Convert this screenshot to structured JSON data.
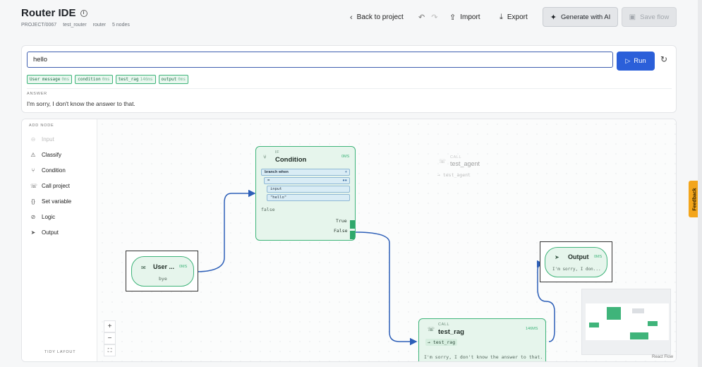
{
  "header": {
    "title": "Router IDE",
    "crumbs": [
      "PROJECT/0067",
      "test_router",
      "router",
      "5 nodes"
    ],
    "back_label": "Back to project",
    "import_label": "Import",
    "export_label": "Export",
    "generate_label": "Generate with AI",
    "save_label": "Save flow"
  },
  "run": {
    "input_value": "hello",
    "run_label": "Run",
    "badges": [
      {
        "name": "User message",
        "ms": "0ms"
      },
      {
        "name": "condition",
        "ms": "0ms"
      },
      {
        "name": "test_rag",
        "ms": "146ms"
      },
      {
        "name": "output",
        "ms": "0ms"
      }
    ],
    "answer_label": "ANSWER",
    "answer_text": "I'm sorry, I don't know the answer to that."
  },
  "sidebar": {
    "heading": "ADD NODE",
    "items": [
      {
        "label": "Input",
        "icon": "input-icon",
        "enabled": false
      },
      {
        "label": "Classify",
        "icon": "classify-icon",
        "enabled": true
      },
      {
        "label": "Condition",
        "icon": "condition-icon",
        "enabled": true
      },
      {
        "label": "Call project",
        "icon": "call-project-icon",
        "enabled": true
      },
      {
        "label": "Set variable",
        "icon": "set-variable-icon",
        "enabled": true
      },
      {
        "label": "Logic",
        "icon": "logic-icon",
        "enabled": true
      },
      {
        "label": "Output",
        "icon": "output-icon",
        "enabled": true
      }
    ],
    "tidy_label": "TIDY LAYOUT"
  },
  "nodes": {
    "user": {
      "title": "User ...",
      "ms": "0MS",
      "value": "bye"
    },
    "condition": {
      "type": "IF",
      "title": "Condition",
      "ms": "0MS",
      "branch_label": "branch when",
      "op": "=",
      "left": "input",
      "right": "\"hello\"",
      "false_label": "false",
      "true_out": "True",
      "false_out": "False"
    },
    "agent": {
      "type": "CALL",
      "title": "test_agent",
      "target": "→ test_agent"
    },
    "rag": {
      "type": "CALL",
      "title": "test_rag",
      "ms": "146MS",
      "target": "→ test_rag",
      "result": "I'm sorry, I don't know the answer to that."
    },
    "output": {
      "title": "Output",
      "ms": "0MS",
      "value": "I'm sorry, I don..."
    }
  },
  "footer": {
    "react_flow": "React Flow",
    "feedback": "Feedback"
  },
  "colors": {
    "accent": "#2b5fd9",
    "node_green": "#3fb47a",
    "edge_blue": "#2d5fb8",
    "feedback": "#f3a51b"
  }
}
